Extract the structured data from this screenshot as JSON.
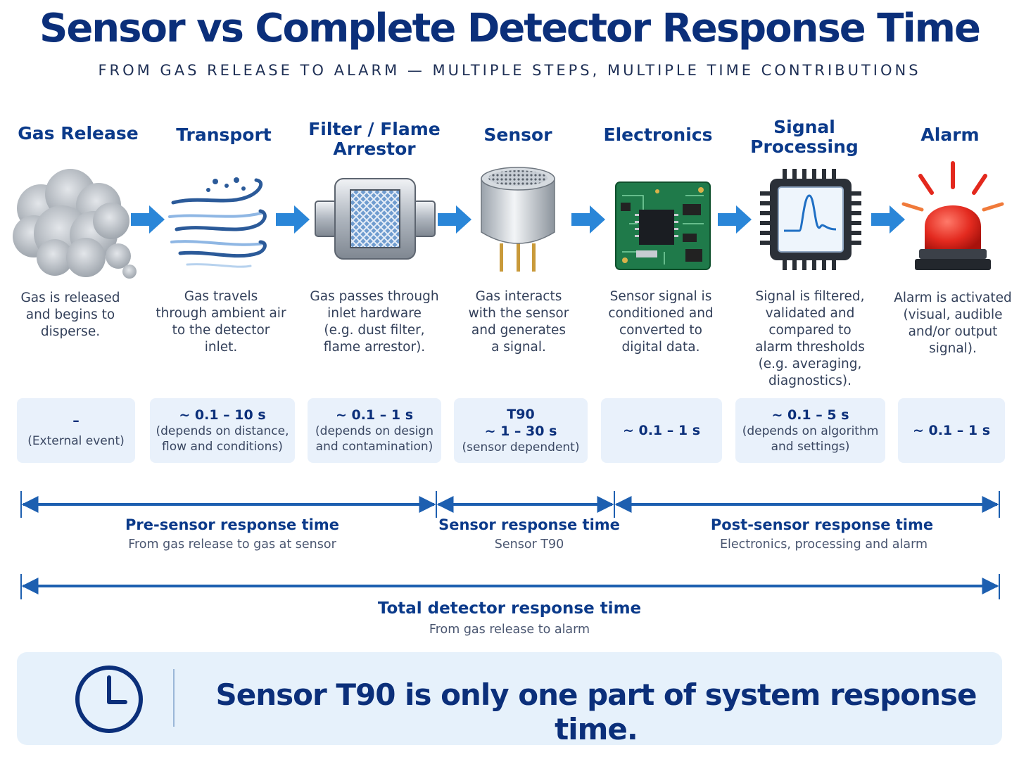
{
  "header": {
    "title": "Sensor vs Complete Detector Response Time",
    "subtitle": "FROM GAS RELEASE TO ALARM — MULTIPLE STEPS, MULTIPLE TIME CONTRIBUTIONS"
  },
  "steps": [
    {
      "title": "Gas Release",
      "icon": "gas-cloud-icon",
      "description": "Gas is released\nand begins to\ndisperse.",
      "time_value": "–",
      "time_note": "(External event)"
    },
    {
      "title": "Transport",
      "icon": "airflow-icon",
      "description": "Gas travels\nthrough ambient air\nto the detector\ninlet.",
      "time_value": "~ 0.1 – 10 s",
      "time_note": "(depends on distance,\nflow and conditions)"
    },
    {
      "title": "Filter / Flame\nArrestor",
      "icon": "filter-icon",
      "description": "Gas passes through\ninlet hardware\n(e.g. dust filter,\nflame arrestor).",
      "time_value": "~ 0.1 – 1 s",
      "time_note": "(depends on design\nand contamination)"
    },
    {
      "title": "Sensor",
      "icon": "sensor-icon",
      "description": "Gas interacts\nwith the sensor\nand generates\na signal.",
      "time_value": "T90\n~ 1 – 30 s",
      "time_note": "(sensor dependent)"
    },
    {
      "title": "Electronics",
      "icon": "circuit-board-icon",
      "description": "Sensor signal is\nconditioned and\nconverted to\ndigital data.",
      "time_value": "~ 0.1 – 1 s",
      "time_note": ""
    },
    {
      "title": "Signal\nProcessing",
      "icon": "processor-chip-icon",
      "description": "Signal is filtered,\nvalidated and\ncompared to\nalarm thresholds\n(e.g. averaging,\ndiagnostics).",
      "time_value": "~ 0.1 – 5 s",
      "time_note": "(depends on algorithm\nand settings)"
    },
    {
      "title": "Alarm",
      "icon": "alarm-beacon-icon",
      "description": "Alarm is activated\n(visual, audible\nand/or output\nsignal).",
      "time_value": "~ 0.1 – 1 s",
      "time_note": ""
    }
  ],
  "spans": {
    "pre_sensor": {
      "label": "Pre-sensor response time",
      "sub": "From gas release to gas at sensor"
    },
    "sensor": {
      "label": "Sensor response time",
      "sub": "Sensor T90"
    },
    "post_sensor": {
      "label": "Post-sensor response time",
      "sub": "Electronics, processing and alarm"
    },
    "total": {
      "label": "Total detector response time",
      "sub": "From gas release to alarm"
    }
  },
  "summary": {
    "icon": "clock-icon",
    "text": "Sensor T90 is only one part of system response time."
  },
  "colors": {
    "title_navy": "#0b2f7a",
    "accent_blue": "#1f6fc4",
    "arrow_blue": "#2a86d8",
    "box_bg": "#e9f1fb",
    "alarm_red": "#d7261e"
  }
}
